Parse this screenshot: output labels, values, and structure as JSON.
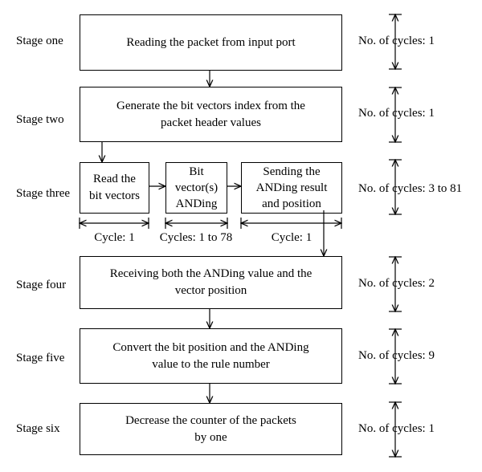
{
  "stages": [
    {
      "label": "Stage one",
      "text": "Reading the packet from input port",
      "cycles": "No. of cycles: 1"
    },
    {
      "label": "Stage two",
      "text_lines": [
        "Generate the bit vectors index from the",
        "packet header values"
      ],
      "cycles": "No. of cycles: 1"
    },
    {
      "label": "Stage three",
      "cycles": "No. of cycles: 3 to 81",
      "sub_steps": [
        {
          "lines": [
            "Read the",
            "bit vectors"
          ],
          "cycle": "Cycle: 1"
        },
        {
          "lines": [
            "Bit",
            "vector(s)",
            "ANDing"
          ],
          "cycle": "Cycles: 1 to 78"
        },
        {
          "lines": [
            "Sending the",
            "ANDing result",
            "and position"
          ],
          "cycle": "Cycle: 1"
        }
      ]
    },
    {
      "label": "Stage four",
      "text_lines": [
        "Receiving both the ANDing value and the",
        "vector position"
      ],
      "cycles": "No. of cycles: 2"
    },
    {
      "label": "Stage five",
      "text_lines": [
        "Convert the bit position and the ANDing",
        "value to the rule number"
      ],
      "cycles": "No. of cycles: 9"
    },
    {
      "label": "Stage six",
      "text_lines": [
        "Decrease the counter of the packets",
        "by one"
      ],
      "cycles": "No. of cycles: 1"
    }
  ]
}
